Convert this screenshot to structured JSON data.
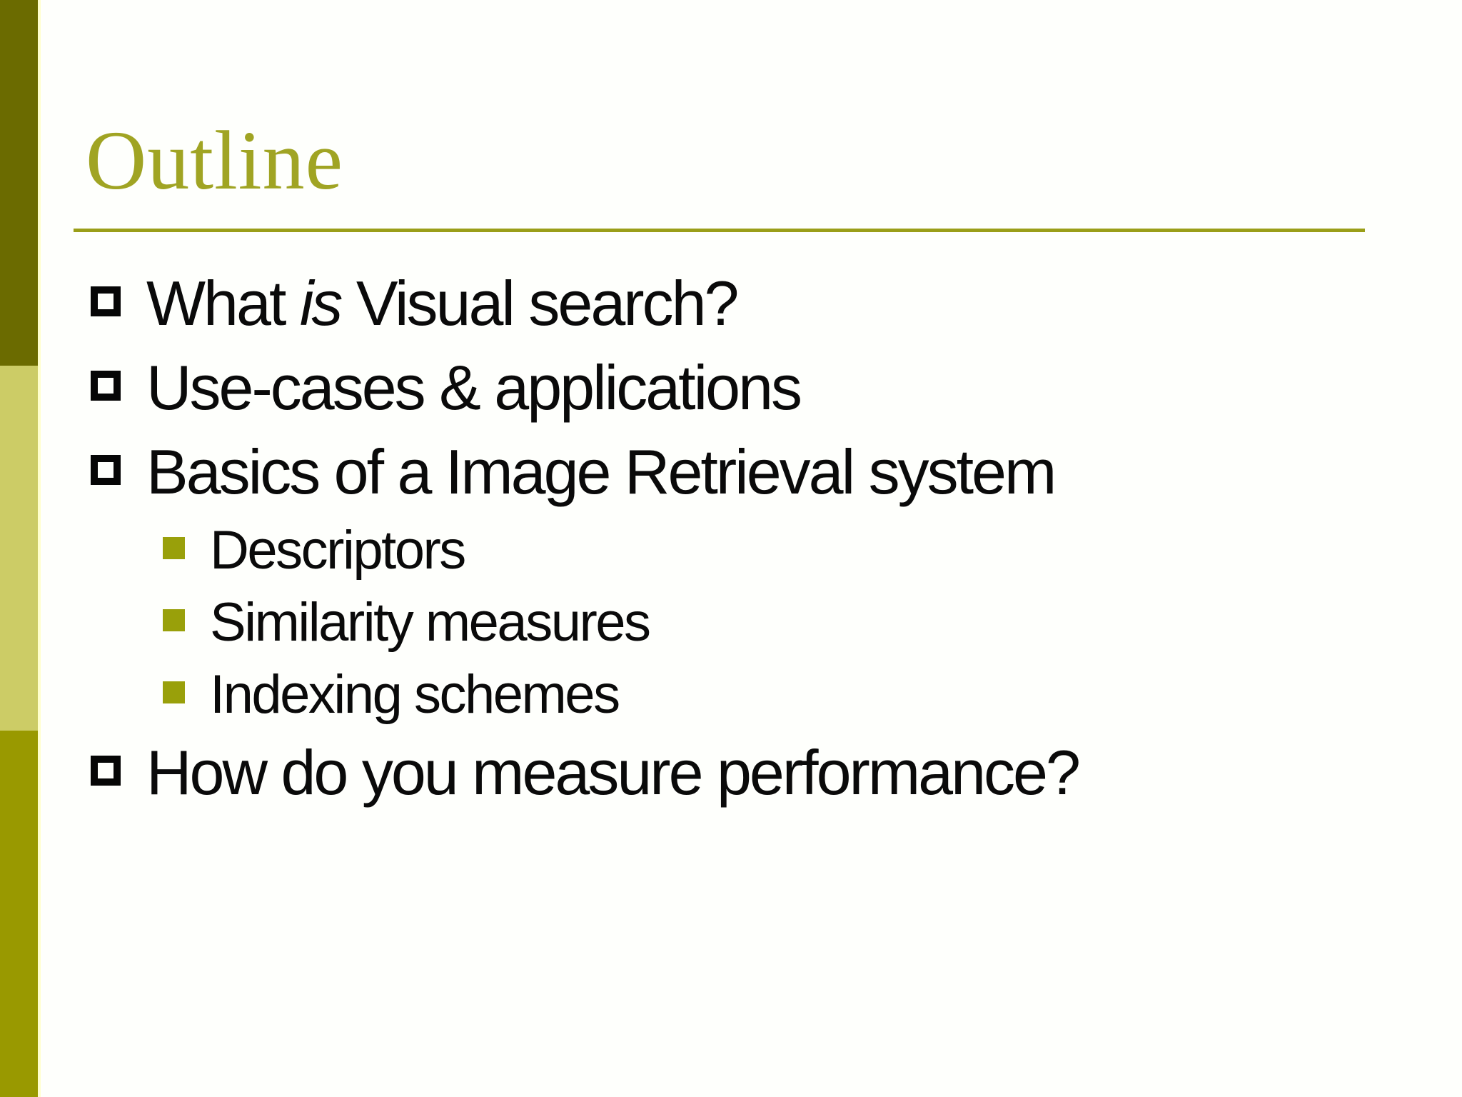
{
  "slide": {
    "title": "Outline",
    "bullets": [
      {
        "level": 1,
        "bullet_style": "hollow-square",
        "text": "What is Visual search?",
        "parts": {
          "before": "What ",
          "italic": "is",
          "after": " Visual search?"
        }
      },
      {
        "level": 1,
        "bullet_style": "hollow-square",
        "text": "Use-cases & applications"
      },
      {
        "level": 1,
        "bullet_style": "hollow-square",
        "text": "Basics of a Image Retrieval system"
      },
      {
        "level": 2,
        "bullet_style": "filled-square",
        "text": "Descriptors"
      },
      {
        "level": 2,
        "bullet_style": "filled-square",
        "text": "Similarity measures"
      },
      {
        "level": 2,
        "bullet_style": "filled-square",
        "text": "Indexing schemes"
      },
      {
        "level": 1,
        "bullet_style": "hollow-square",
        "text": "How do you measure performance?"
      }
    ]
  },
  "colors": {
    "background": "#FEFFFC",
    "text": "#0A0A0A",
    "accent": "#A0A423",
    "rule": "#9A9E18",
    "sub_bullet": "#99A00A",
    "sidebar_dark": "#6B6B00",
    "sidebar_light": "#CCCC66",
    "sidebar_medium": "#999900",
    "sidebar_edge": "#FFFFCC"
  }
}
